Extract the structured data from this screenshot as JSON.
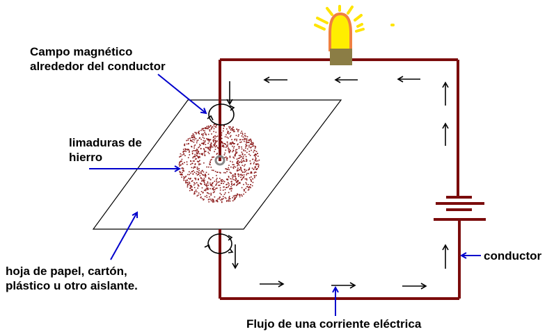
{
  "labels": {
    "magnetic_field": [
      "Campo magnético",
      "alrededor del conductor"
    ],
    "iron_filings": [
      "limaduras de",
      "hierro"
    ],
    "sheet": [
      "hoja de papel, cartón,",
      "plástico u otro aislante."
    ],
    "conductor": "conductor",
    "current_flow": "Flujo de una corriente eléctrica"
  },
  "colors": {
    "wire": "#7b0c0c",
    "pointer": "#0000cc",
    "arrow": "#000000",
    "filings": "#8b1a1a",
    "bulb_glass": "#ffee00",
    "bulb_outline": "#f08040",
    "bulb_base": "#8b7d45",
    "bulb_rays": "#ffe400"
  },
  "current_direction": {
    "top": "left",
    "right": "up",
    "bottom": "right",
    "left": "down"
  }
}
